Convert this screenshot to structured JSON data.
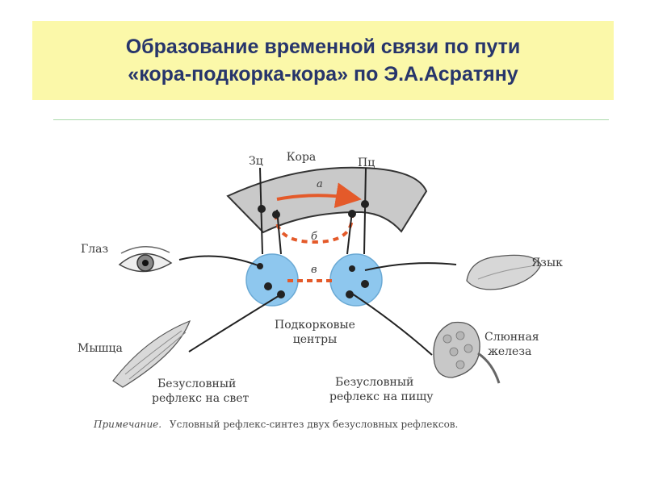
{
  "title": {
    "line1": "Образование временной связи по пути",
    "line2": "«кора-подкорка-кора» по Э.А.Асратяну"
  },
  "diagram": {
    "cortex_label": "Кора",
    "visual_center_label": "Зц",
    "food_center_label": "Пц",
    "path_a": "а",
    "path_b": "б",
    "path_v": "в",
    "eye_label": "Глаз",
    "tongue_label": "Язык",
    "muscle_label": "Мышца",
    "gland_label_1": "Слюнная",
    "gland_label_2": "железа",
    "subcortical_label_1": "Подкорковые",
    "subcortical_label_2": "центры",
    "reflex_light_1": "Безусловный",
    "reflex_light_2": "рефлекс на свет",
    "reflex_food_1": "Безусловный",
    "reflex_food_2": "рефлекс на пищу",
    "note_prefix": "Примечание.",
    "note_text": "Условный рефлекс-синтез двух безусловных рефлексов."
  },
  "colors": {
    "title_bg": "#fbf8a9",
    "title_text": "#27356b",
    "cortex_fill": "#c9c9c9",
    "center_fill": "#8ec7ee",
    "path_color": "#e45a2a"
  }
}
